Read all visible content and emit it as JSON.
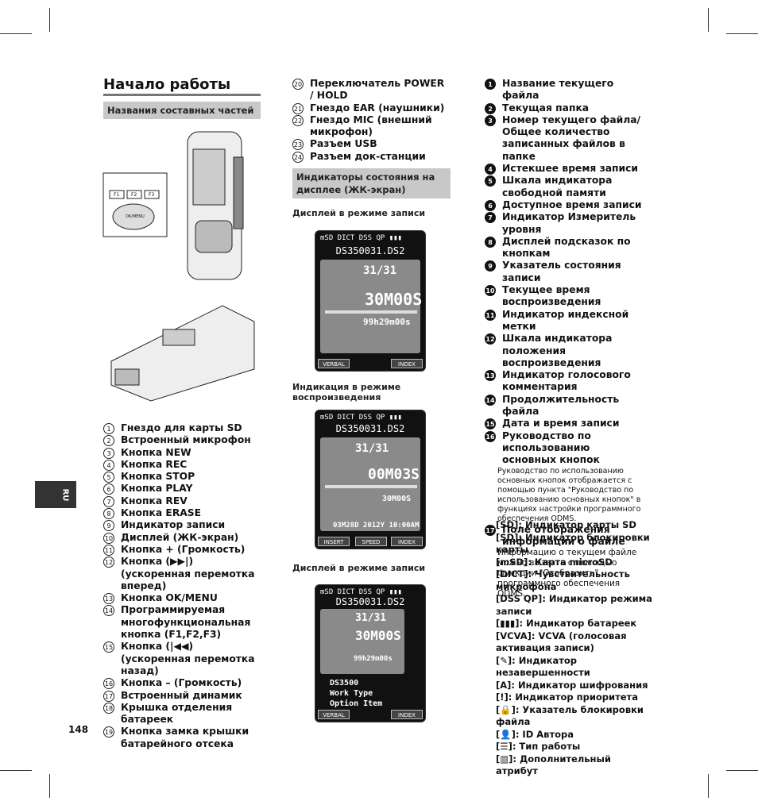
{
  "page": {
    "title": "Начало работы",
    "number": "148",
    "lang_tab": "RU"
  },
  "sections": {
    "parts": "Названия составных частей",
    "indicators": "Индикаторы состояния на дисплее (ЖК-экран)"
  },
  "captions": {
    "rec1": "Дисплей в режиме записи",
    "play": "Индикация в режиме воспроизведения",
    "rec2": "Дисплей в режиме записи"
  },
  "parts": [
    {
      "n": "1",
      "label": "Гнездо для карты SD"
    },
    {
      "n": "2",
      "label": "Встроенный микрофон"
    },
    {
      "n": "3",
      "label": "Кнопка NEW"
    },
    {
      "n": "4",
      "label": "Кнопка REC"
    },
    {
      "n": "5",
      "label": "Кнопка STOP"
    },
    {
      "n": "6",
      "label": "Кнопка PLAY"
    },
    {
      "n": "7",
      "label": "Кнопка REV"
    },
    {
      "n": "8",
      "label": "Кнопка ERASE"
    },
    {
      "n": "9",
      "label": "Индикатор записи"
    },
    {
      "n": "10",
      "label": "Дисплей (ЖК-экран)"
    },
    {
      "n": "11",
      "label": "Кнопка + (Громкость)"
    },
    {
      "n": "12",
      "label": "Кнопка (▶▶|) (ускоренная перемотка вперед)"
    },
    {
      "n": "13",
      "label": "Кнопка OK/MENU"
    },
    {
      "n": "14",
      "label": "Программируемая многофункциональная кнопка (F1,F2,F3)"
    },
    {
      "n": "15",
      "label": "Кнопка (|◀◀) (ускоренная перемотка назад)"
    },
    {
      "n": "16",
      "label": "Кнопка – (Громкость)"
    },
    {
      "n": "17",
      "label": "Встроенный динамик"
    },
    {
      "n": "18",
      "label": "Крышка отделения батареек"
    },
    {
      "n": "19",
      "label": "Кнопка замка крышки батарейного отсека"
    },
    {
      "n": "20",
      "label": "Переключатель POWER / HOLD"
    },
    {
      "n": "21",
      "label": "Гнездо EAR (наушники)"
    },
    {
      "n": "22",
      "label": "Гнездо MIC (внешний микрофон)"
    },
    {
      "n": "23",
      "label": "Разъем USB"
    },
    {
      "n": "24",
      "label": "Разъем док-станции"
    }
  ],
  "indicators": [
    {
      "n": "1",
      "label": "Название текущего файла"
    },
    {
      "n": "2",
      "label": "Текущая папка"
    },
    {
      "n": "3",
      "label": "Номер текущего файла/ Общее количество записанных файлов в папке"
    },
    {
      "n": "4",
      "label": "Истекшее время записи"
    },
    {
      "n": "5",
      "label": "Шкала индикатора свободной памяти"
    },
    {
      "n": "6",
      "label": "Доступное время записи"
    },
    {
      "n": "7",
      "label": "Индикатор Измеритель уровня"
    },
    {
      "n": "8",
      "label": "Дисплей подсказок по кнопкам"
    },
    {
      "n": "9",
      "label": "Указатель состояния записи"
    },
    {
      "n": "10",
      "label": "Текущее время воспроизведения"
    },
    {
      "n": "11",
      "label": "Индикатор индексной метки"
    },
    {
      "n": "12",
      "label": "Шкала индикатора положения воспроизведения"
    },
    {
      "n": "13",
      "label": "Индикатор голосового комментария"
    },
    {
      "n": "14",
      "label": "Продолжительность файла"
    },
    {
      "n": "15",
      "label": "Дата и время записи"
    },
    {
      "n": "16",
      "label": "Руководство по использованию основных кнопок",
      "note": "Руководство по использованию основных кнопок отображается с помощью пункта \"Руководство по использованию основных кнопок\" в функциях настройки программного обеспечения ODMS."
    },
    {
      "n": "17",
      "label": "Поле отображения информации о файле",
      "note": "Информацию о текущем файле можно вызвать с помощью функции \"Отобразить\" программного обеспечения ODMS."
    }
  ],
  "icons": [
    "[SD]: Индикатор карты SD",
    "[SD]: Индикатор блокировки карты",
    "[mSD]: Карта microSD",
    "[DICT]: Чувствительность микрофона",
    "[DSS QP]: Индикатор режима записи",
    "[▮▮▮]: Индикатор батареек",
    "[VCVA]: VCVA (голосовая активация записи)",
    "[✎]: Индикатор незавершенности",
    "[A]: Индикатор шифрования",
    "[!]: Индикатор приоритета",
    "[🔒]: Указатель блокировки файла",
    "[👤]: ID Автора",
    "[☰]: Тип работы",
    "[▥]: Дополнительный атрибут"
  ],
  "lcd": {
    "rec": {
      "file": "DS350031.DS2",
      "count": "31/31",
      "elapsed": "30M00S",
      "remain": "99h29m00s",
      "btn1": "VERBAL",
      "btn2": "INDEX"
    },
    "play": {
      "file": "DS350031.DS2",
      "count": "31/31",
      "elapsed": "00M03S",
      "length": "30M00S",
      "date": "03M28D 2012Y 10:00AM",
      "btn1": "INSERT",
      "btn2": "SPEED",
      "btn3": "INDEX"
    },
    "rec2": {
      "file": "DS350031.DS2",
      "count": "31/31",
      "elapsed": "30M00S",
      "remain": "99h29m00s",
      "info1": "DS3500",
      "info2": "Work Type",
      "info3": "Option Item",
      "btn1": "VERBAL",
      "btn2": "INDEX"
    }
  },
  "remote_buttons": {
    "f1": "F1",
    "f2": "F2",
    "f3": "F3",
    "ok": "OK/MENU"
  }
}
